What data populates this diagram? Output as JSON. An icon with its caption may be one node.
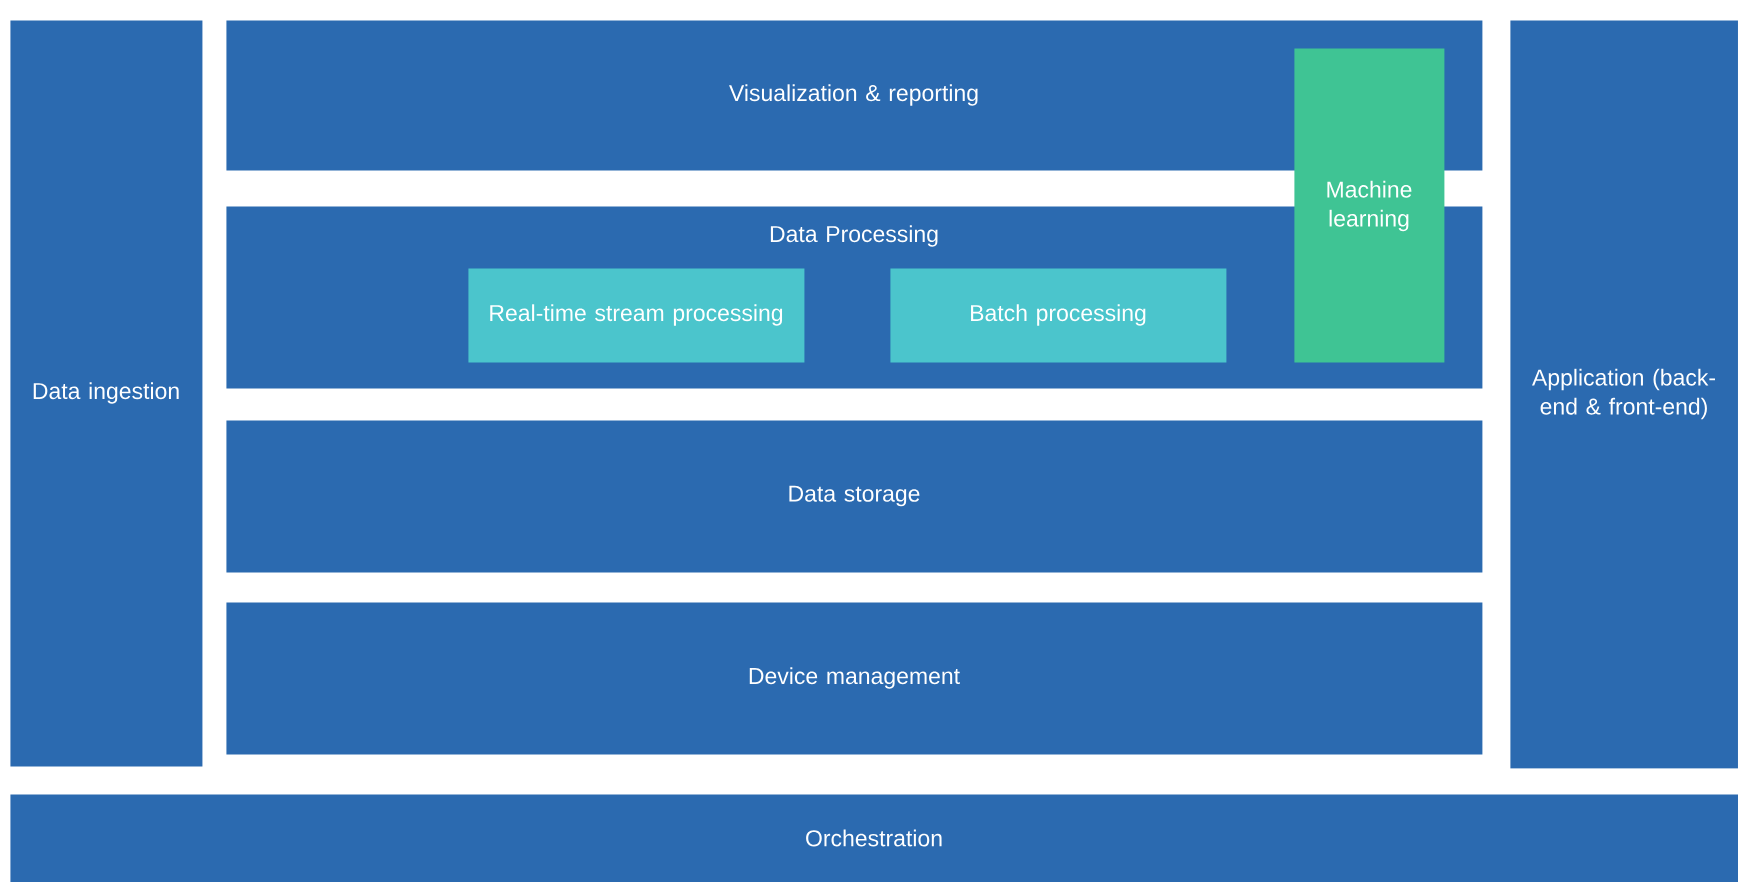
{
  "diagram": {
    "nodes": [
      {
        "text": [
          "Data ingestion"
        ]
      },
      {
        "text": [
          "Visualization & reporting"
        ]
      },
      {
        "text": [
          "Data Processing"
        ]
      },
      {
        "text": [
          "Real-time stream processing"
        ],
        "in": 2
      },
      {
        "text": [
          "Batch processing"
        ],
        "in": 2
      },
      {
        "text": [
          "Machine learning"
        ]
      },
      {
        "text": [
          "Data storage"
        ]
      },
      {
        "text": [
          "Device management"
        ]
      },
      {
        "text": [
          "Application (back-end & front-end)"
        ]
      },
      {
        "text": [
          "Orchestration"
        ]
      }
    ],
    "edges": []
  }
}
